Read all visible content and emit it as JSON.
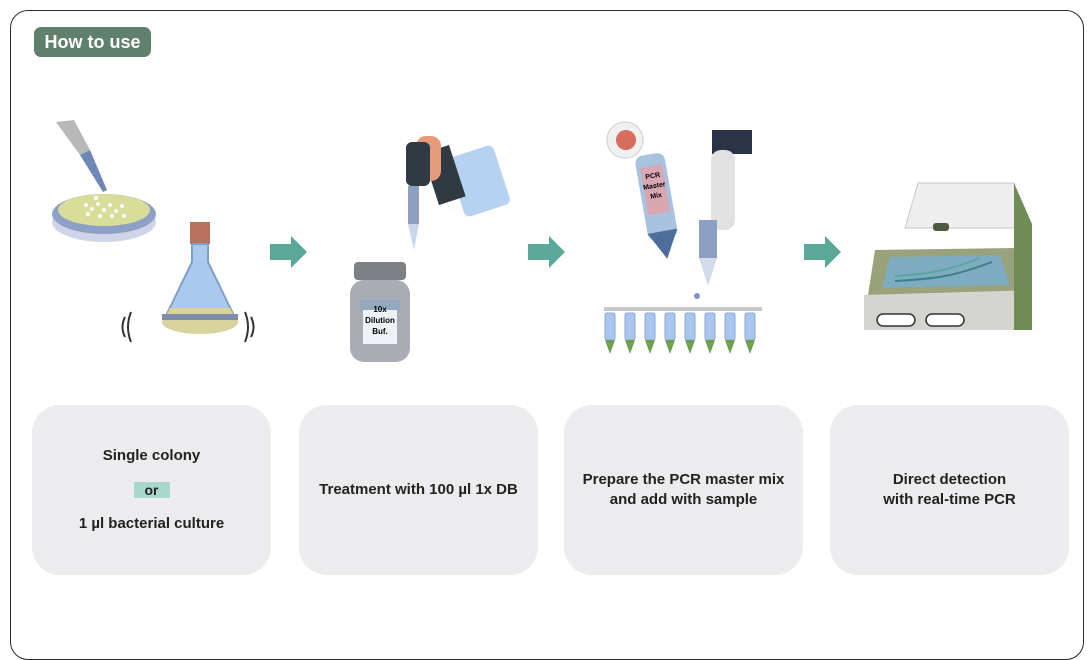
{
  "header": {
    "badge": "How to use"
  },
  "steps": [
    {
      "line1": "Single colony",
      "or": "or",
      "line2": "1 µl bacterial culture"
    },
    {
      "text": "Treatment with 100 µl 1x DB"
    },
    {
      "line1": "Prepare the PCR master mix",
      "line2": "and add with sample"
    },
    {
      "line1": "Direct detection",
      "line2": "with real-time PCR"
    }
  ],
  "labels": {
    "bottle_line1": "10x",
    "bottle_line2": "Dilution",
    "bottle_line3": "Buf.",
    "tube_line1": "PCR",
    "tube_line2": "Master",
    "tube_line3": "Mix"
  },
  "colors": {
    "badge": "#5f806c",
    "arrow": "#5aa897",
    "card": "#ececef",
    "or_chip": "#a9d7cb"
  }
}
